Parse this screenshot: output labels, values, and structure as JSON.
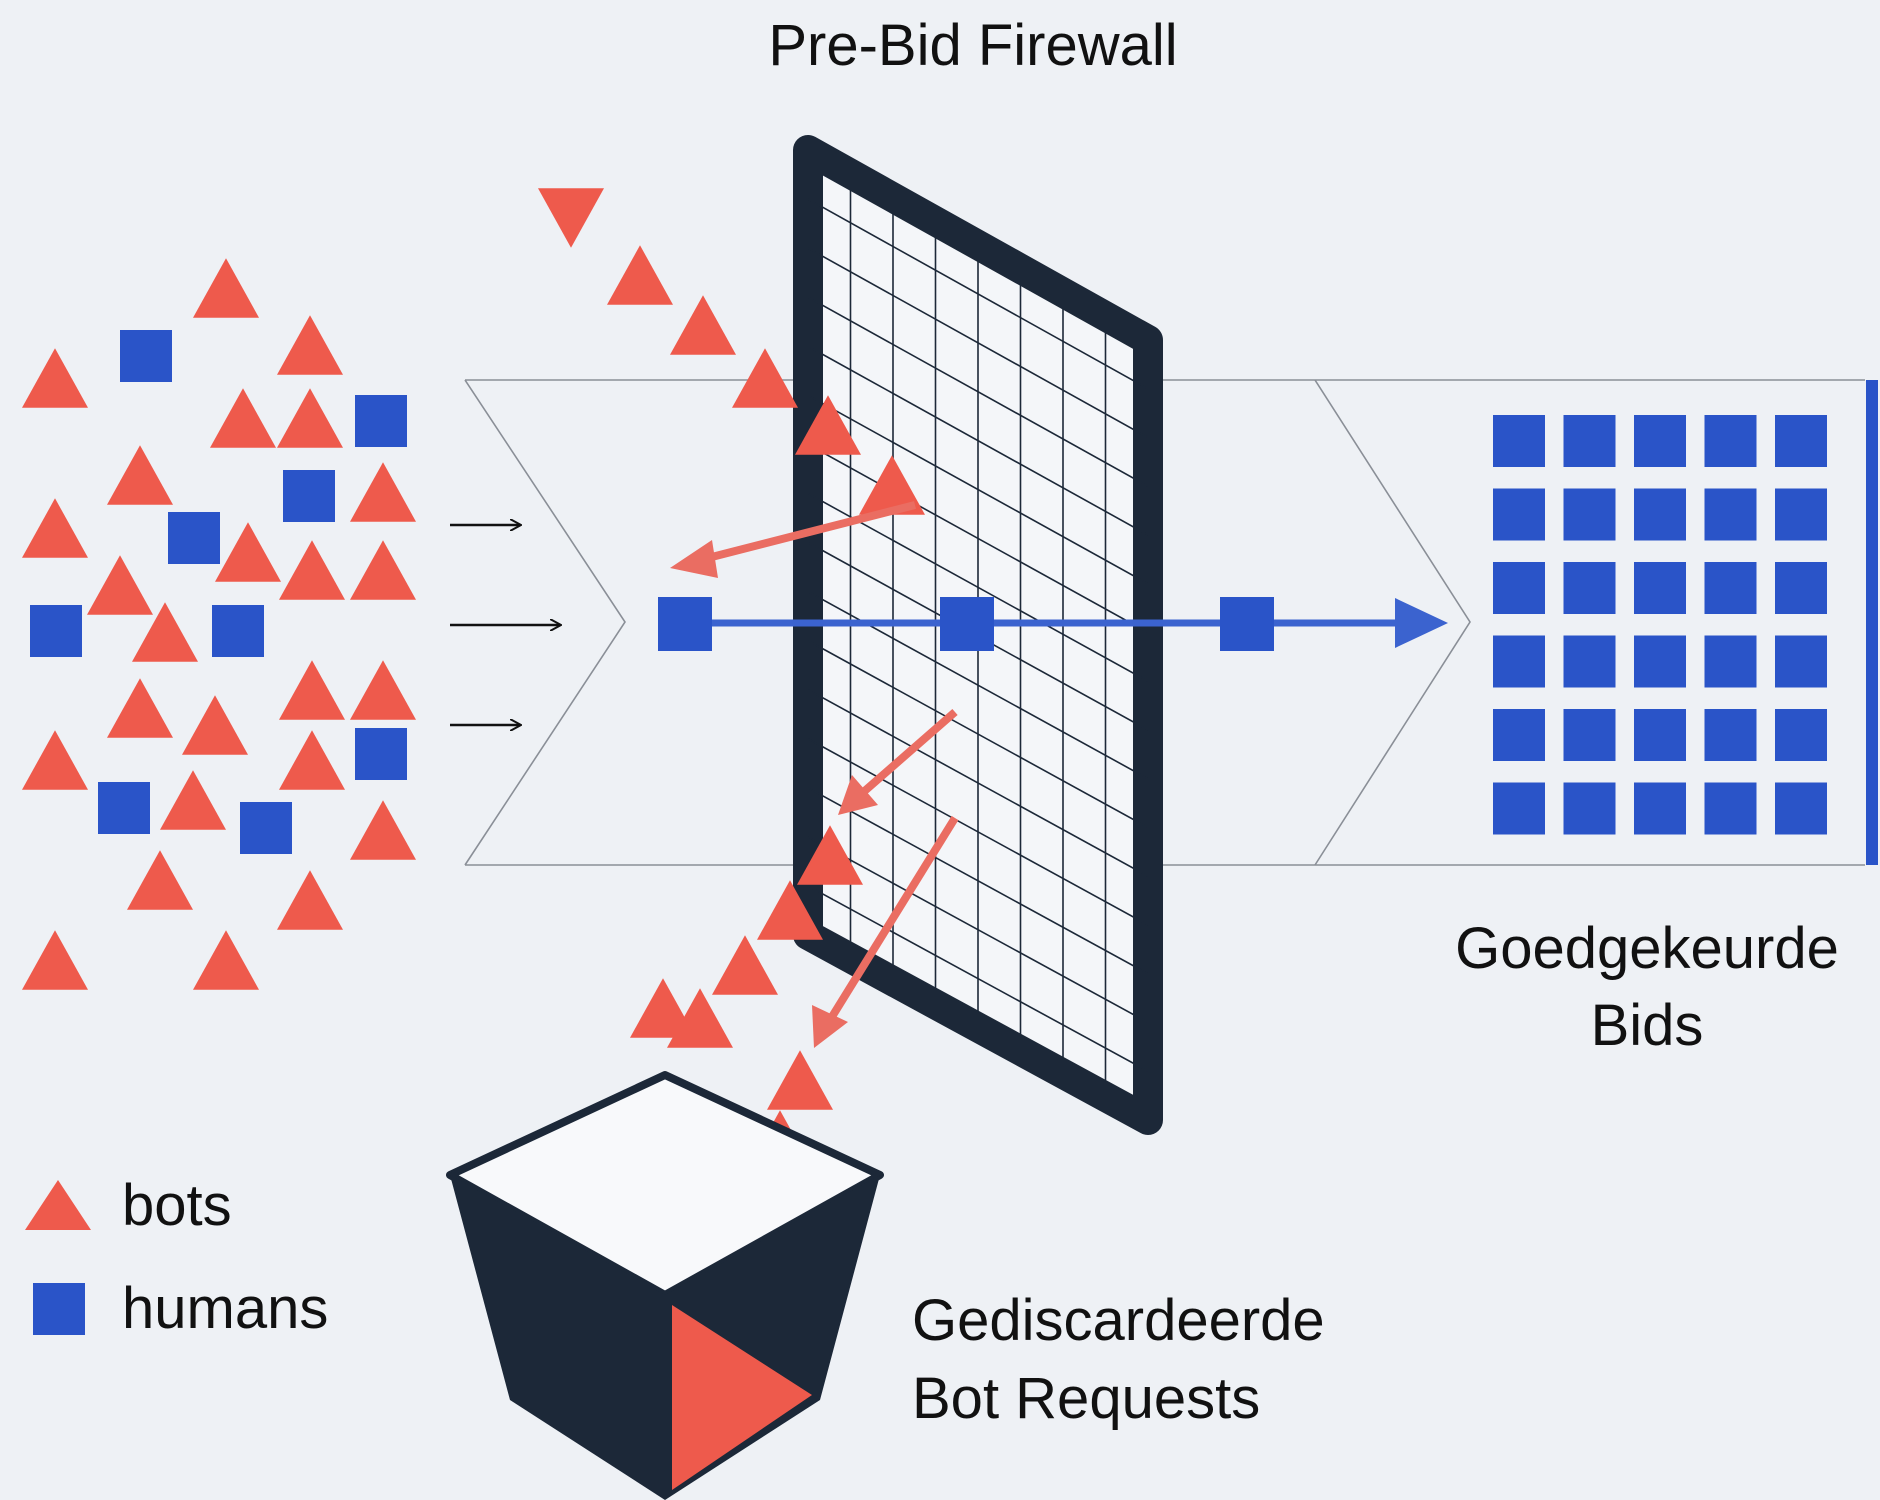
{
  "title": "Pre-Bid Firewall",
  "approved": {
    "line1": "Goedgekeurde",
    "line2": "Bids"
  },
  "discarded": {
    "line1": "Gediscardeerde",
    "line2": "Bot Requests"
  },
  "legend": {
    "bots_label": "bots",
    "humans_label": "humans"
  },
  "colors": {
    "background": "#eef1f5",
    "bot": "#ee5a4c",
    "human": "#2a54c8",
    "frame": "#1c2838",
    "arrow_red": "#ea6d62",
    "arrow_blue": "#3b63cf"
  },
  "icons": {
    "bot": "red-triangle",
    "human": "blue-square",
    "discard_bin": "open-box",
    "firewall": "grid-panel"
  },
  "approved_grid": {
    "rows": 6,
    "cols": 5
  }
}
